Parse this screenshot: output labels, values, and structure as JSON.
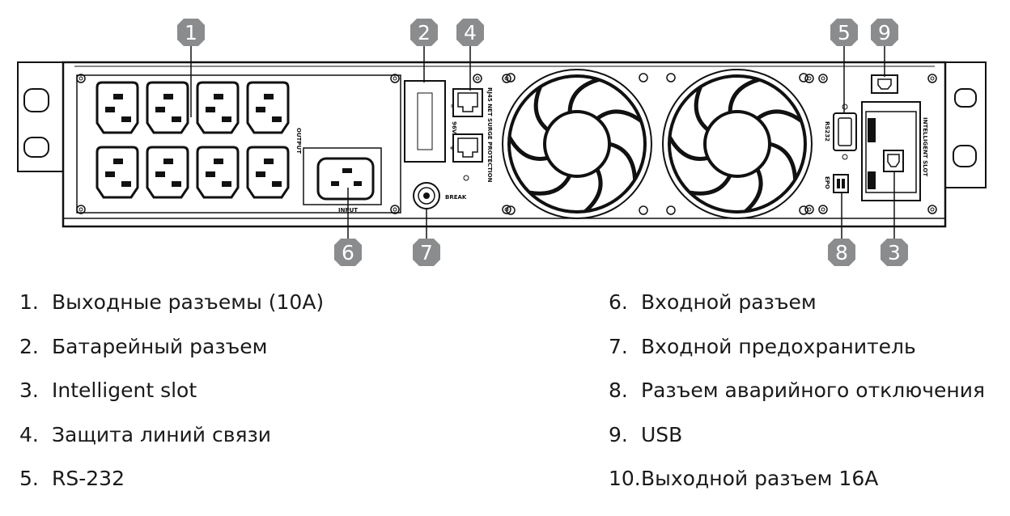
{
  "device": {
    "output_label": "OUTPUT",
    "input_label": "INPUT",
    "break_label": "BREAK",
    "battery_label": "96V",
    "battery_minus": "−",
    "battery_plus": "+",
    "net_protection_label": "RJ45 NET SURGE PROTECTION",
    "rs232_label": "RS232",
    "epo_label": "EPO",
    "intelligent_slot_label": "INTELLIGENT SLOT"
  },
  "callouts": [
    "1",
    "2",
    "3",
    "4",
    "5",
    "6",
    "7",
    "8",
    "9"
  ],
  "legend": {
    "left": [
      {
        "num": "1.",
        "text": "Выходные разъемы (10A)"
      },
      {
        "num": "2.",
        "text": "Батарейный разъем"
      },
      {
        "num": "3.",
        "text": "Intelligent slot"
      },
      {
        "num": "4.",
        "text": "Защита линий связи"
      },
      {
        "num": "5.",
        "text": "RS-232"
      }
    ],
    "right": [
      {
        "num": "6.",
        "text": "Входной разъем"
      },
      {
        "num": "7.",
        "text": "Входной предохранитель"
      },
      {
        "num": "8.",
        "text": "Разъем аварийного отключения"
      },
      {
        "num": "9.",
        "text": "USB"
      },
      {
        "num": "10.",
        "text": "Выходной разъем 16A"
      }
    ]
  },
  "colors": {
    "badge": "#8a8c8e",
    "line": "#111111"
  }
}
